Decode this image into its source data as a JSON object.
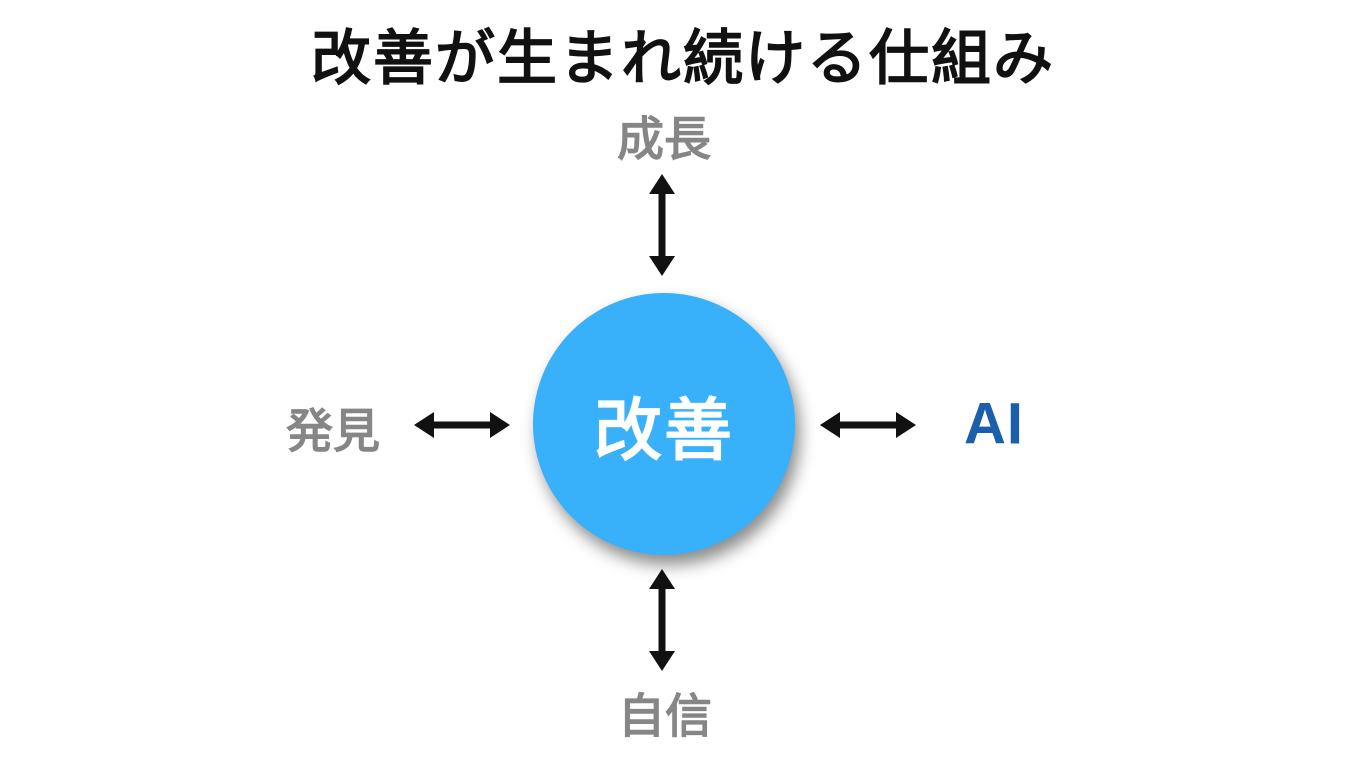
{
  "title": "改善が生まれ続ける仕組み",
  "diagram": {
    "center": {
      "label": "改善"
    },
    "nodes": {
      "top": {
        "label": "成長"
      },
      "left": {
        "label": "発見"
      },
      "right": {
        "label": "AI"
      },
      "bottom": {
        "label": "自信"
      }
    }
  },
  "colors": {
    "background": "#FFFFFF",
    "title_text": "#111111",
    "center_circle_fill": "#38B1FA",
    "center_text": "#FFFFFF",
    "node_label_gray": "#868686",
    "ai_label_blue": "#1B5EAC",
    "arrow": "#111111"
  }
}
